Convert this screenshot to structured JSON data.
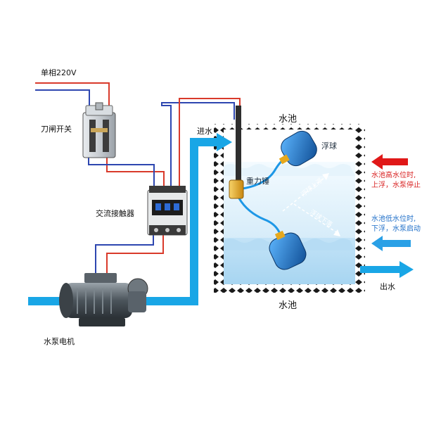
{
  "labels": {
    "power": "单相220V",
    "knife_switch": "刀闸开关",
    "contactor": "交流接触器",
    "pump_motor": "水泵电机",
    "inlet": "进水",
    "tank": "水池",
    "tank_title": "水池",
    "float_ball": "浮球",
    "weight": "重力锤",
    "outlet": "出水",
    "float_up": "浮球上浮",
    "float_down": "浮球下落",
    "high_note_1": "水池高水位时,",
    "high_note_2": "上浮，水泵停止",
    "low_note_1": "水池低水位时,",
    "low_note_2": "下浮，水泵启动"
  },
  "colors": {
    "live_wire": "#d93a2b",
    "neutral_wire": "#2d46b0",
    "water_pipe": "#19a6e6",
    "high_arrow": "#e01818",
    "low_arrow": "#2aa0e6",
    "float_body": "#1f7fd0",
    "weight_body": "#e6a81c",
    "tank_water": "#cfe9f8"
  }
}
